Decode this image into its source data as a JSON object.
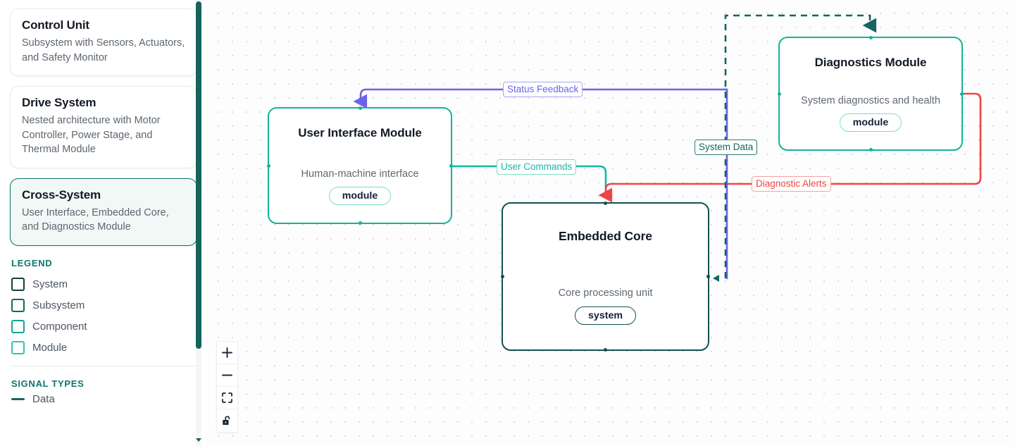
{
  "sidebar": {
    "cards": [
      {
        "title": "Control Unit",
        "desc": "Subsystem with Sensors, Actuators, and Safety Monitor",
        "selected": false
      },
      {
        "title": "Drive System",
        "desc": "Nested architecture with Motor Controller, Power Stage, and Thermal Module",
        "selected": false
      },
      {
        "title": "Cross-System",
        "desc": "User Interface, Embedded Core, and Diagnostics Module",
        "selected": true
      }
    ],
    "legend": {
      "title": "LEGEND",
      "items": [
        {
          "label": "System",
          "color": "#123f3c"
        },
        {
          "label": "Subsystem",
          "color": "#10695f"
        },
        {
          "label": "Component",
          "color": "#11a395"
        },
        {
          "label": "Module",
          "color": "#2cc9ae"
        }
      ]
    },
    "signal_types": {
      "title": "SIGNAL TYPES",
      "items": [
        {
          "label": "Data",
          "color": "#10695f"
        }
      ]
    },
    "scrollbar": {
      "arrow_icon": "chevron-down-icon"
    }
  },
  "canvas": {
    "nodes": [
      {
        "id": "user-interface-module",
        "title": "User Interface Module",
        "desc": "Human-machine interface",
        "badge": "module",
        "border_color": "#13b399",
        "badge_border": "#7fdcc9"
      },
      {
        "id": "embedded-core",
        "title": "Embedded Core",
        "desc": "Core processing unit",
        "badge": "system",
        "border_color": "#11514e",
        "badge_border": "#11514e"
      },
      {
        "id": "diagnostics-module",
        "title": "Diagnostics Module",
        "desc": "System diagnostics and health",
        "badge": "module",
        "border_color": "#13b399",
        "badge_border": "#7fdcc9"
      }
    ],
    "edges": [
      {
        "id": "status-feedback",
        "label": "Status Feedback",
        "color": "#6c63e8",
        "style": "solid"
      },
      {
        "id": "user-commands",
        "label": "User Commands",
        "color": "#14b8a6",
        "style": "solid"
      },
      {
        "id": "system-data",
        "label": "System Data",
        "color": "#146560",
        "style": "dashed"
      },
      {
        "id": "diagnostic-alerts",
        "label": "Diagnostic Alerts",
        "color": "#ef4444",
        "style": "solid"
      }
    ],
    "controls": [
      {
        "id": "zoom-in",
        "icon": "plus-icon",
        "label": "+"
      },
      {
        "id": "zoom-out",
        "icon": "minus-icon",
        "label": "−"
      },
      {
        "id": "fit-view",
        "icon": "fit-view-icon",
        "label": ""
      },
      {
        "id": "toggle-interactivity",
        "icon": "unlock-icon",
        "label": ""
      }
    ]
  }
}
